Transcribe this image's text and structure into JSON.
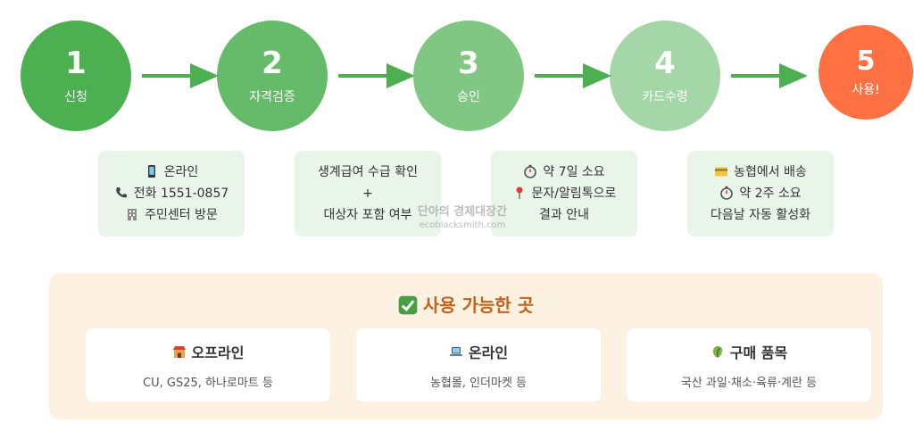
{
  "steps": [
    {
      "num": "1",
      "label": "신청",
      "color": "#4caf50"
    },
    {
      "num": "2",
      "label": "자격검증",
      "color": "#66bb6a"
    },
    {
      "num": "3",
      "label": "승인",
      "color": "#81c784"
    },
    {
      "num": "4",
      "label": "카드수령",
      "color": "#a5d6a7"
    },
    {
      "num": "5",
      "label": "사용!",
      "color": "#ff7043"
    }
  ],
  "boxes": [
    {
      "lines": [
        "온라인",
        "전화 1551-0857",
        "주민센터 방문"
      ],
      "icons": [
        "mobile-phone-icon",
        "telephone-icon",
        "building-icon"
      ]
    },
    {
      "lines": [
        "생계급여 수급 확인",
        "+",
        "대상자 포함 여부"
      ]
    },
    {
      "lines": [
        "약 7일 소요",
        "문자/알림톡으로",
        "결과 안내"
      ],
      "icons": [
        "stopwatch-icon",
        "pin-icon"
      ]
    },
    {
      "lines": [
        "농협에서 배송",
        "약 2주 소요",
        "다음날 자동 활성화"
      ],
      "icons": [
        "credit-card-icon",
        "stopwatch-icon"
      ]
    }
  ],
  "watermark": {
    "line1": "단아의 경제대장간",
    "line2": "ecoblacksmith.com"
  },
  "usage": {
    "title": "사용 가능한 곳",
    "title_icon": "check-mark-icon",
    "cards": [
      {
        "title": "오프라인",
        "icon": "store-icon",
        "desc": "CU, GS25, 하나로마트 등"
      },
      {
        "title": "온라인",
        "icon": "laptop-icon",
        "desc": "농협몰, 인더마켓 등"
      },
      {
        "title": "구매 품목",
        "icon": "vegetable-icon",
        "desc": "국산 과일·채소·육류·계란 등"
      }
    ]
  },
  "colors": {
    "arrow": "#4caf50",
    "box_bg": "#e9f4ea",
    "usage_bg": "#fdf1e1",
    "usage_title": "#c0641c"
  }
}
